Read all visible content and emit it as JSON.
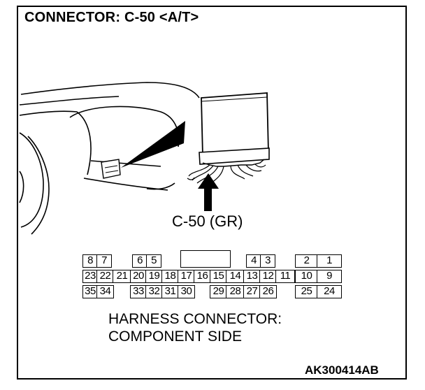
{
  "title": "CONNECTOR: C-50 <A/T>",
  "connector_label": "C-50 (GR)",
  "caption_line1": "HARNESS CONNECTOR:",
  "caption_line2": "COMPONENT SIDE",
  "figure_code": "AK300414AB",
  "pins": {
    "row1": [
      "8",
      "7",
      "6",
      "5",
      "4",
      "3",
      "2",
      "1"
    ],
    "row2": [
      "23",
      "22",
      "21",
      "20",
      "19",
      "18",
      "17",
      "16",
      "15",
      "14",
      "13",
      "12",
      "11",
      "10",
      "9"
    ],
    "row3": [
      "35",
      "34",
      "33",
      "32",
      "31",
      "30",
      "29",
      "28",
      "27",
      "26",
      "25",
      "24"
    ]
  }
}
